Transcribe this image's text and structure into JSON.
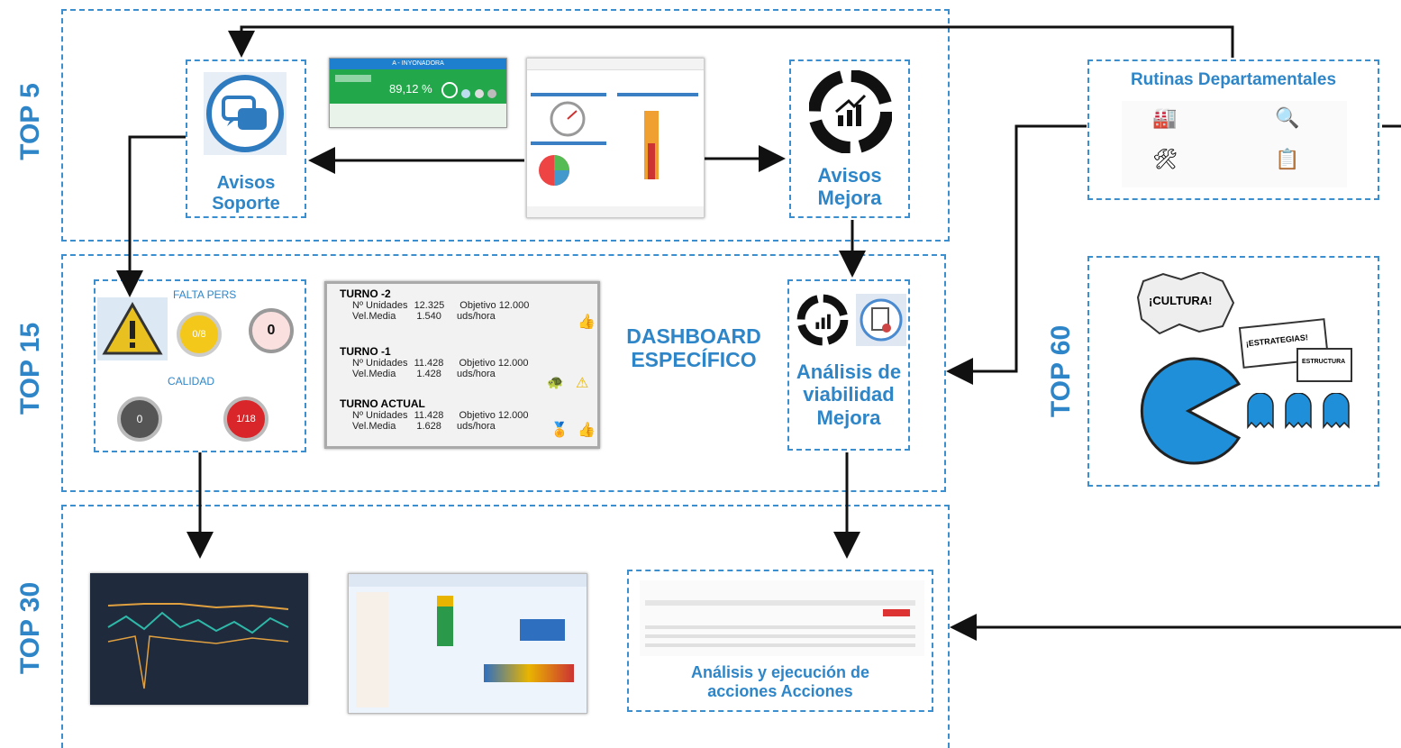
{
  "tiers": {
    "top5": "TOP 5",
    "top15": "TOP 15",
    "top30": "TOP 30",
    "top60": "TOP 60"
  },
  "avisos_soporte": {
    "line1": "Avisos",
    "line2": "Soporte"
  },
  "avisos_mejora": {
    "line1": "Avisos",
    "line2": "Mejora"
  },
  "oee_widget": {
    "header": "A - INYONADORA",
    "value": "89,12 %"
  },
  "rutinas": {
    "title": "Rutinas Departamentales"
  },
  "panel_alertas": {
    "falta_pers": "FALTA PERS",
    "calidad": "CALIDAD",
    "val_amarillo": "0/8",
    "val_rosa": "0",
    "val_gris": "0",
    "val_rojo": "1/18"
  },
  "turnos": {
    "t2": {
      "title": "TURNO -2",
      "unidades_label": "Nº Unidades",
      "unidades": "12.325",
      "objetivo": "Objetivo 12.000",
      "vel_label": "Vel.Media",
      "vel": "1.540",
      "unit": "uds/hora"
    },
    "t1": {
      "title": "TURNO -1",
      "unidades_label": "Nº Unidades",
      "unidades": "11.428",
      "objetivo": "Objetivo 12.000",
      "vel_label": "Vel.Media",
      "vel": "1.428",
      "unit": "uds/hora"
    },
    "ta": {
      "title": "TURNO ACTUAL",
      "unidades_label": "Nº Unidades",
      "unidades": "11.428",
      "objetivo": "Objetivo 12.000",
      "vel_label": "Vel.Media",
      "vel": "1.628",
      "unit": "uds/hora"
    }
  },
  "dashboard": {
    "line1": "DASHBOARD",
    "line2": "ESPECÍFICO"
  },
  "analisis_viab": {
    "line1": "Análisis de",
    "line2": "viabilidad",
    "line3": "Mejora"
  },
  "top60": {
    "cultura": "¡CULTURA!",
    "estrategias": "¡ESTRATEGIAS!",
    "estructura": "ESTRUCTURA"
  },
  "analisis_ejec": {
    "line1": "Análisis y ejecución de",
    "line2": "acciones Acciones"
  },
  "colors": {
    "accent": "#2e86c8",
    "dark_chart": "#1f2b3d"
  }
}
